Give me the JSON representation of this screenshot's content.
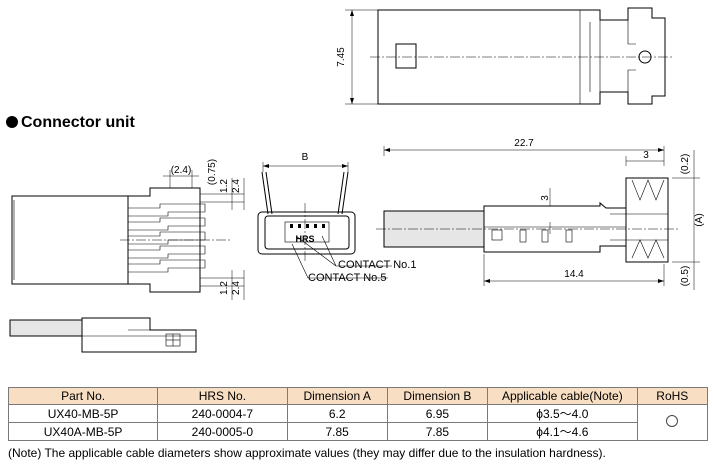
{
  "section": {
    "title": "Connector unit"
  },
  "dimensions": {
    "top_height": "7.45",
    "width_2_4_paren": "(2.4)",
    "v_0_75": "(0.75)",
    "v_1_2_top": "1.2",
    "v_2_4_top": "2.4",
    "v_1_2_bottom": "1.2",
    "v_2_4_bottom": "2.4",
    "dim_b": "B",
    "contact_1": "CONTACT No.1",
    "contact_5": "CONTACT No.5",
    "hrs_marking": "HRS",
    "length_22_7": "22.7",
    "length_3": "3",
    "small_3": "3",
    "length_14_4": "14.4",
    "v_0_2": "(0.2)",
    "v_a": "(A)",
    "v_0_5": "(0.5)"
  },
  "table": {
    "headers": [
      "Part No.",
      "HRS No.",
      "Dimension A",
      "Dimension B",
      "Applicable cable(Note)",
      "RoHS"
    ],
    "rows": [
      [
        "UX40-MB-5P",
        "240-0004-7",
        "6.2",
        "6.95",
        "ϕ3.5～4.0"
      ],
      [
        "UX40A-MB-5P",
        "240-0005-0",
        "7.85",
        "7.85",
        "ϕ4.1～4.6"
      ]
    ],
    "rohs_symbol": "circle"
  },
  "note": "(Note) The applicable cable diameters show approximate values (they may differ due to the insulation hardness)."
}
